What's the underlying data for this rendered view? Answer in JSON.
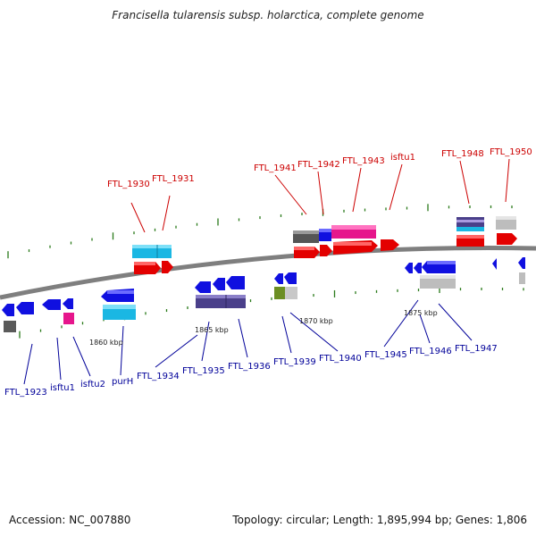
{
  "title": "Francisella tularensis subsp. holarctica, complete genome",
  "accession": "Accession: NC_007880",
  "summary": "Topology: circular; Length: 1,895,994 bp; Genes: 1,806",
  "colors": {
    "backbone": "#808080",
    "top_label": "#cc0000",
    "bottom_label": "#000099",
    "tick": "#2a7a1a"
  },
  "scale_labels": [
    "1860 kbp",
    "1865 kbp",
    "1870 kbp",
    "1875 kbp"
  ],
  "top_labels": [
    "FTL_1930",
    "FTL_1931",
    "FTL_1941",
    "FTL_1942",
    "FTL_1943",
    "isftu1",
    "FTL_1948",
    "FTL_1950"
  ],
  "bottom_labels": [
    "FTL_1923",
    "isftu1",
    "isftu2",
    "purH",
    "FTL_1934",
    "FTL_1935",
    "FTL_1936",
    "FTL_1939",
    "FTL_1940",
    "FTL_1945",
    "FTL_1946",
    "FTL_1947"
  ]
}
